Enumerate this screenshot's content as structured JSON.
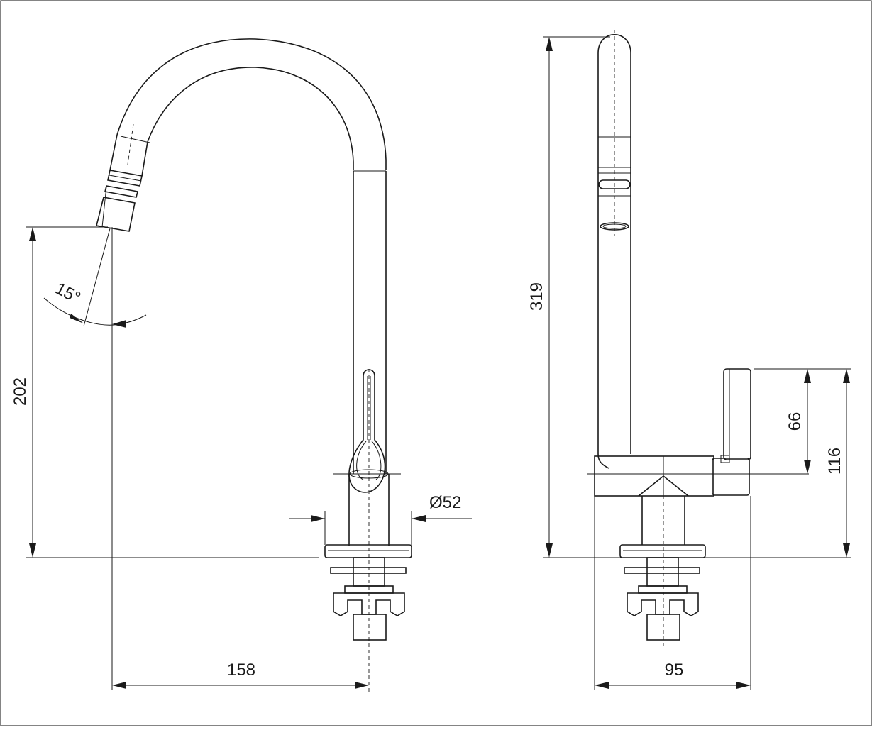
{
  "drawing": {
    "line_color": "#1a1a1a",
    "background": "#ffffff"
  },
  "front_view": {
    "height_to_outlet": "202",
    "reach": "158",
    "base_diameter": "Ø52",
    "spray_angle": "15°"
  },
  "side_view": {
    "total_height": "319",
    "handle_height": "66",
    "handle_top_height": "116",
    "depth": "95"
  }
}
